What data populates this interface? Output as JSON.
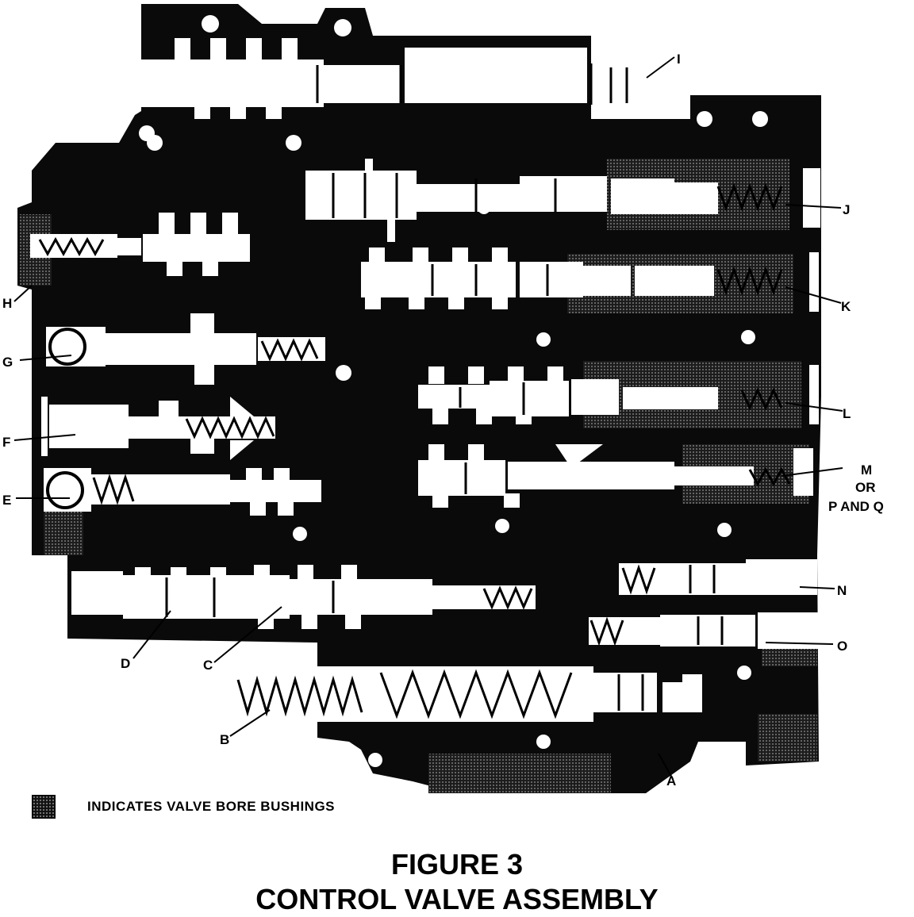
{
  "labels": {
    "I": "I",
    "J": "J",
    "K": "K",
    "H": "H",
    "G": "G",
    "L": "L",
    "F": "F",
    "M_line1": "M",
    "M_line2": "OR",
    "M_line3": "P AND Q",
    "E": "E",
    "N": "N",
    "O": "O",
    "D": "D",
    "C": "C",
    "B": "B",
    "A": "A"
  },
  "legend": {
    "text": "INDICATES VALVE BORE BUSHINGS"
  },
  "caption": {
    "figure": "FIGURE 3",
    "title": "CONTROL VALVE ASSEMBLY"
  },
  "colors": {
    "body": "#0a0a0a",
    "valve": "#ffffff",
    "bushing": "#3a3a3a"
  }
}
